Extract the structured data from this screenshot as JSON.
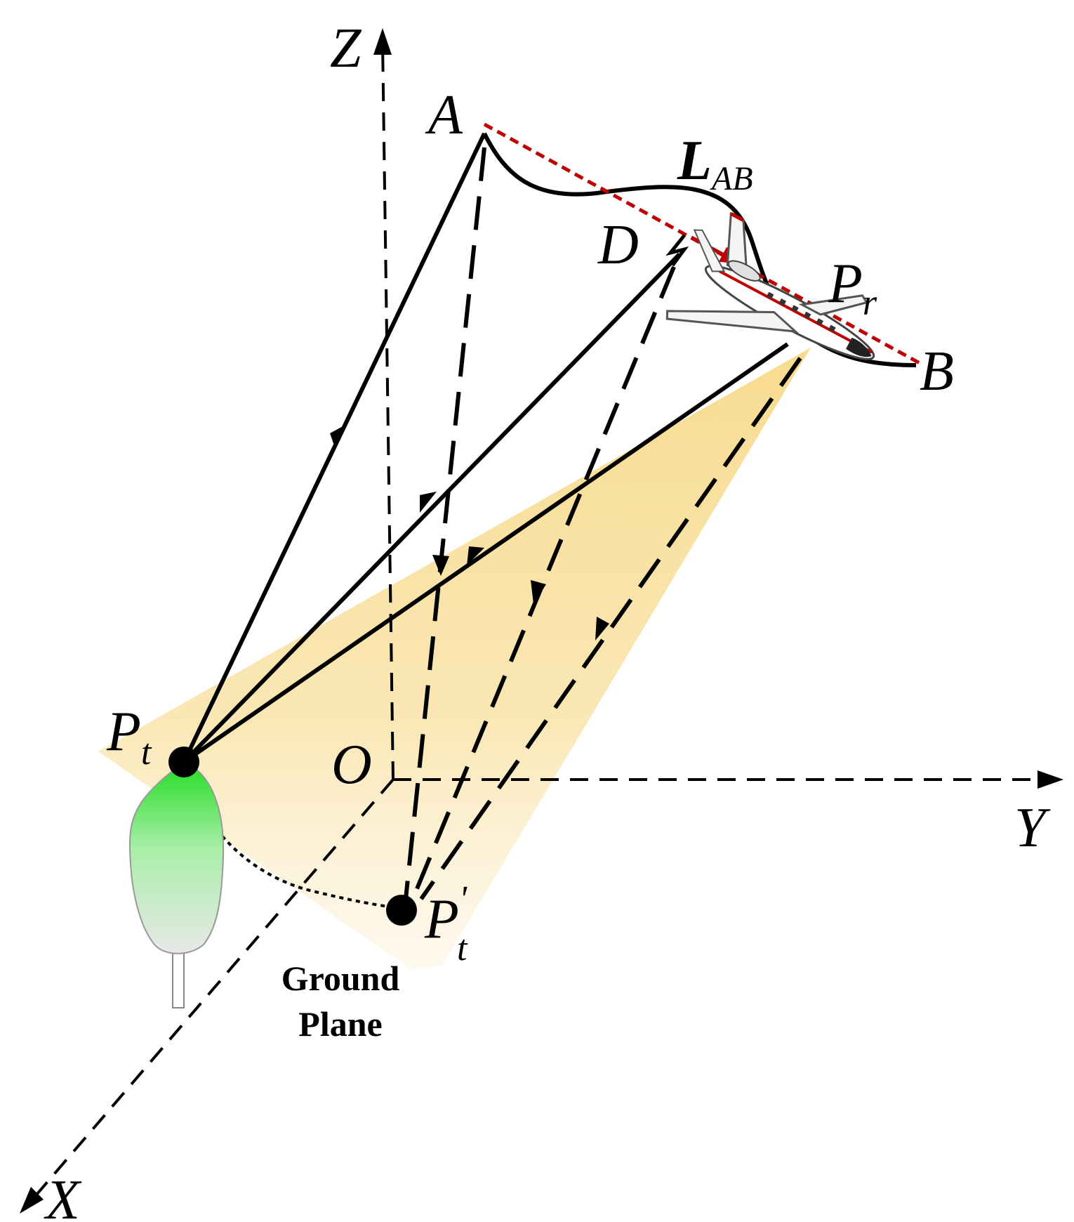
{
  "axes": {
    "z": "Z",
    "y": "Y",
    "x": "X",
    "origin": "O"
  },
  "points": {
    "a": "A",
    "b": "B",
    "d": "D",
    "pr_main": "P",
    "pr_sub": "r",
    "pt_main": "P",
    "pt_sub": "t",
    "ptp_main": "P",
    "ptp_sub": "t",
    "ptp_prime": "'"
  },
  "path": {
    "l_main": "L",
    "l_sub": "AB"
  },
  "ground": {
    "line1": "Ground",
    "line2": "Plane"
  },
  "icons": [
    "transmitter-tree-icon",
    "airplane-icon"
  ],
  "colors": {
    "ground_plane": "#f7d98a",
    "red_path": "#c00000",
    "tree_green": "#22dd22",
    "ink": "#000000"
  }
}
